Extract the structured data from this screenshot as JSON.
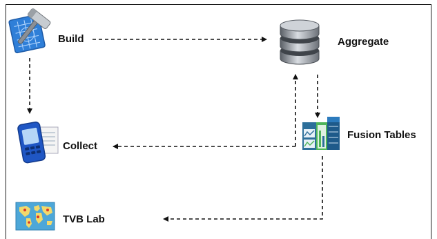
{
  "diagram": {
    "nodes": [
      {
        "id": "build",
        "label": "Build",
        "icon": "xcode-hammer-blueprint-icon"
      },
      {
        "id": "aggregate",
        "label": "Aggregate",
        "icon": "database-cylinder-icon"
      },
      {
        "id": "collect",
        "label": "Collect",
        "icon": "phone-device-icon"
      },
      {
        "id": "fusion",
        "label": "Fusion Tables",
        "icon": "fusion-tables-icon"
      },
      {
        "id": "tvb",
        "label": "TVB Lab",
        "icon": "world-map-icon"
      }
    ],
    "edges": [
      {
        "from": "build",
        "to": "aggregate",
        "style": "dashed"
      },
      {
        "from": "build",
        "to": "collect",
        "style": "dashed"
      },
      {
        "from": "aggregate",
        "to": "fusion",
        "style": "dashed"
      },
      {
        "from": "fusion",
        "to": "aggregate",
        "style": "dashed"
      },
      {
        "from": "fusion",
        "to": "collect",
        "style": "dashed"
      },
      {
        "from": "fusion",
        "to": "tvb",
        "style": "dashed"
      }
    ]
  }
}
